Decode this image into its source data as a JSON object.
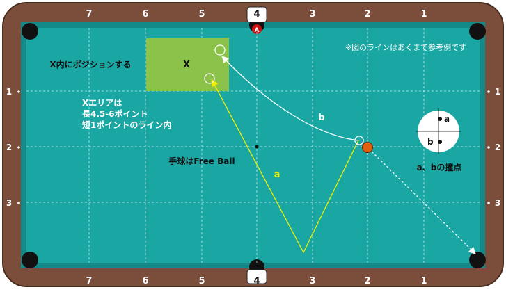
{
  "colors": {
    "rail": "#7a4e3a",
    "rail_edge": "#5c3a2a",
    "cloth": "#1aa7a4",
    "cloth_border": "#ffffff",
    "zone_fill": "#8bc34a",
    "path_a": "#f0f000",
    "path_b": "#ffffff",
    "object_ball": "#e06010",
    "pocket": "#111111",
    "marker_a": "#d01010"
  },
  "diamonds": {
    "top": [
      "7",
      "6",
      "5",
      "4",
      "3",
      "2",
      "1"
    ],
    "bottom": [
      "7",
      "6",
      "5",
      "4",
      "3",
      "2",
      "1"
    ],
    "left": [
      "1",
      "2",
      "3"
    ],
    "right": [
      "1",
      "2",
      "3"
    ]
  },
  "pocket_marker": "A",
  "labels": {
    "note": "※図のラインはあくまで参考例です",
    "position_in_x": "X内にポジションする",
    "zone_x": "X",
    "area_line1": "Xエリアは",
    "area_line2": "長4.5-6ポイント",
    "area_line3": "短1ポイントのライン内",
    "free_ball": "手球はFree Ball",
    "path_a": "a",
    "path_b": "b",
    "contact_a": "a",
    "contact_b": "b",
    "contact_caption": "a、bの撞点"
  }
}
